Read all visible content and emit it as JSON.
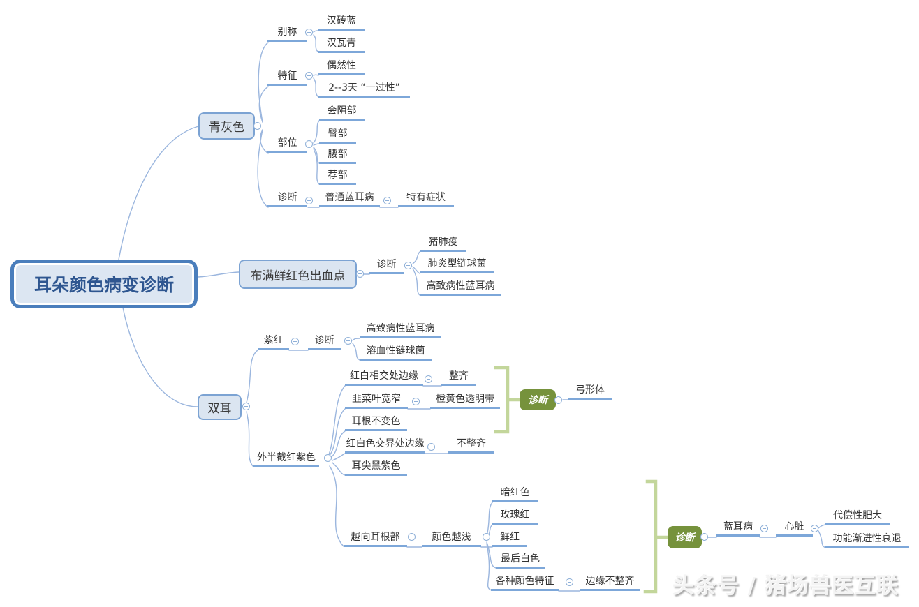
{
  "root": {
    "label": "耳朵颜色病变诊断"
  },
  "watermark": "头条号 / 猪场兽医互联",
  "colors": {
    "node_fill": "#dbe5f1",
    "node_border": "#7ca3d3",
    "root_border": "#4a7ebc",
    "root_text": "#2e5690",
    "topic_line": "#7da7d9",
    "connector": "#9bb6de",
    "summary_fill": "#76923c",
    "summary_bracket": "#c3d69b"
  },
  "branches": {
    "gray": {
      "label": "青灰色",
      "alias": {
        "label": "别称",
        "items": [
          "汉砖蓝",
          "汉瓦青"
        ]
      },
      "feature": {
        "label": "特征",
        "items": [
          "偶然性",
          "2--3天 “一过性”"
        ]
      },
      "site": {
        "label": "部位",
        "items": [
          "会阴部",
          "臀部",
          "腰部",
          "荐部"
        ]
      },
      "diagnosis": {
        "label": "诊断",
        "disease": "普通蓝耳病",
        "note": "特有症状"
      }
    },
    "red_dots": {
      "label": "布满鲜红色出血点",
      "diagnosis": {
        "label": "诊断",
        "items": [
          "猪肺疫",
          "肺炎型链球菌",
          "高致病性蓝耳病"
        ]
      }
    },
    "both_ears": {
      "label": "双耳",
      "purple": {
        "label": "紫红",
        "diagnosis": {
          "label": "诊断",
          "items": [
            "高致病性蓝耳病",
            "溶血性链球菌"
          ]
        }
      },
      "outer_half": {
        "label": "外半截红紫色",
        "edge_meet": {
          "label": "红白相交处边缘",
          "value": "整齐"
        },
        "leek": {
          "label": "韭菜叶宽窄",
          "value": "橙黄色透明带"
        },
        "ear_root": "耳根不变色",
        "edge_border": {
          "label": "红白色交界处边缘",
          "value": "不整齐"
        },
        "ear_tip": "耳尖黑紫色",
        "summary": {
          "label": "诊断",
          "result": "弓形体"
        },
        "toward_root": {
          "label": "越向耳根部",
          "lighter": {
            "label": "颜色越浅",
            "items": [
              "暗红色",
              "玫瑰红",
              "鲜红",
              "最后白色"
            ],
            "feature": {
              "label": "各种颜色特征",
              "value": "边缘不整齐"
            }
          },
          "summary": {
            "label": "诊断",
            "disease": "蓝耳病",
            "organ": "心脏",
            "effects": [
              "代偿性肥大",
              "功能渐进性衰退"
            ]
          }
        }
      }
    }
  }
}
